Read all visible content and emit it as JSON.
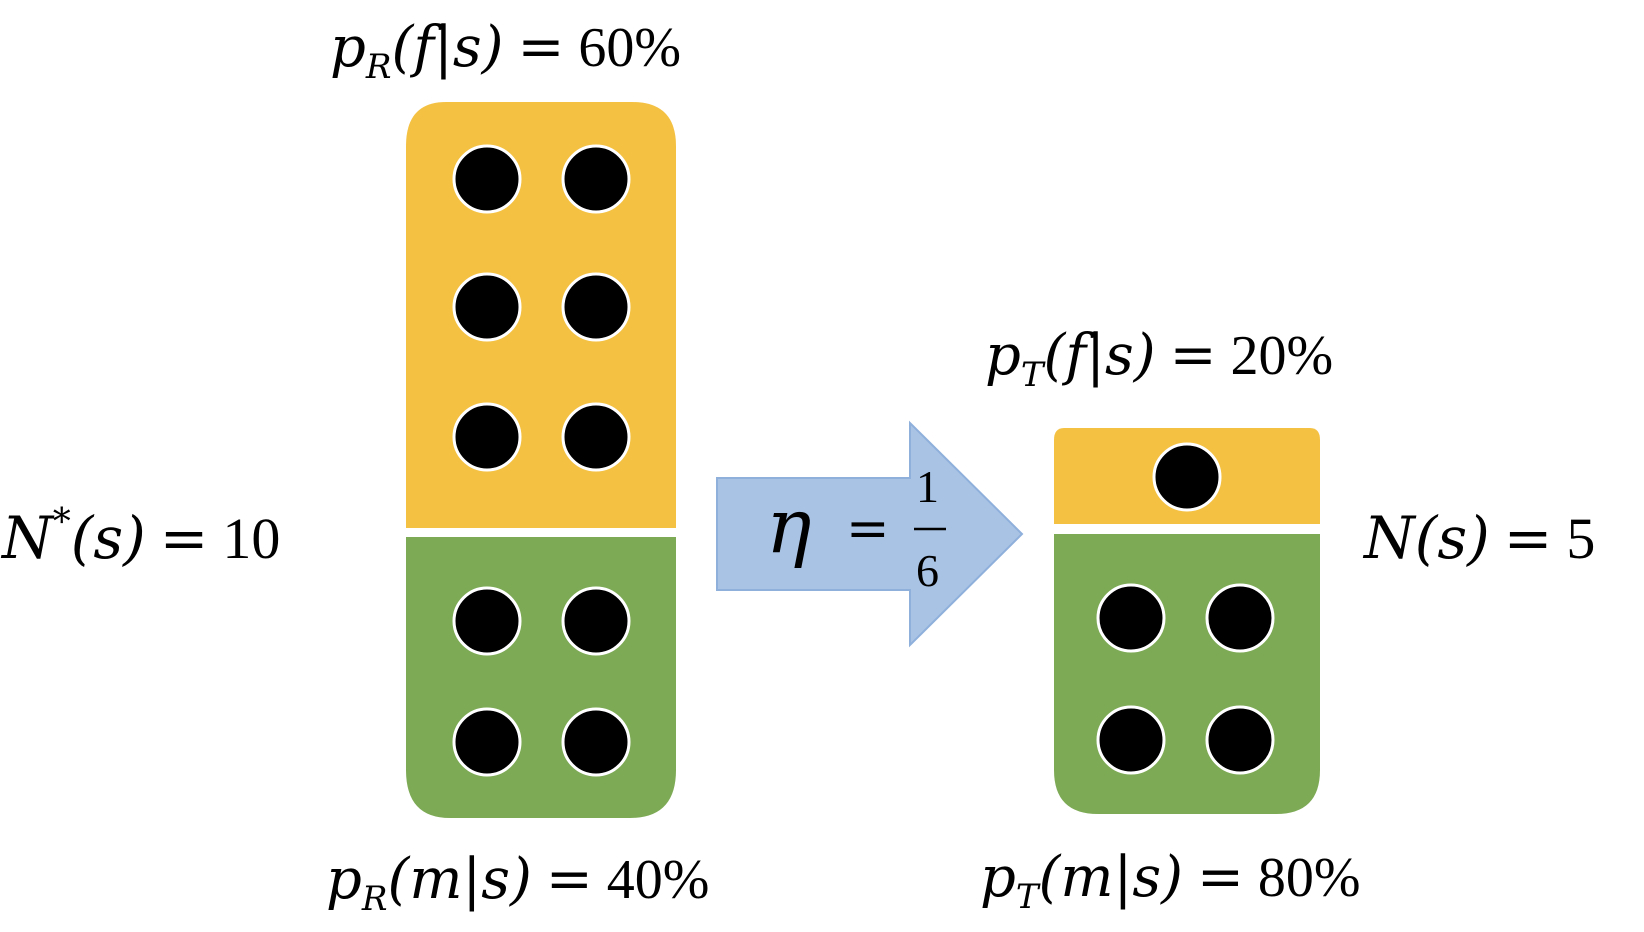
{
  "left_group": {
    "top_label": {
      "var": "p",
      "sub": "R",
      "expr": "(f|s)",
      "eq": "=",
      "value": "60%"
    },
    "bottom_label": {
      "var": "p",
      "sub": "R",
      "expr": "(m|s)",
      "eq": "=",
      "value": "40%"
    },
    "count_label": {
      "var": "N",
      "sup": "*",
      "expr": "(s)",
      "eq": "=",
      "value": "10"
    }
  },
  "arrow": {
    "symbol": "η",
    "eq": "=",
    "numerator": "1",
    "denominator": "6"
  },
  "right_group": {
    "top_label": {
      "var": "p",
      "sub": "T",
      "expr": "(f|s)",
      "eq": "=",
      "value": "20%"
    },
    "bottom_label": {
      "var": "p",
      "sub": "T",
      "expr": "(m|s)",
      "eq": "=",
      "value": "80%"
    },
    "count_label": {
      "var": "N",
      "expr": "(s)",
      "eq": "=",
      "value": "5"
    }
  },
  "colors": {
    "female_block": "#F4C142",
    "male_block": "#7DAA55",
    "arrow_fill": "#A9C3E5",
    "arrow_stroke": "#8FB0DB",
    "dot": "#000000",
    "dot_outline": "#ffffff"
  }
}
